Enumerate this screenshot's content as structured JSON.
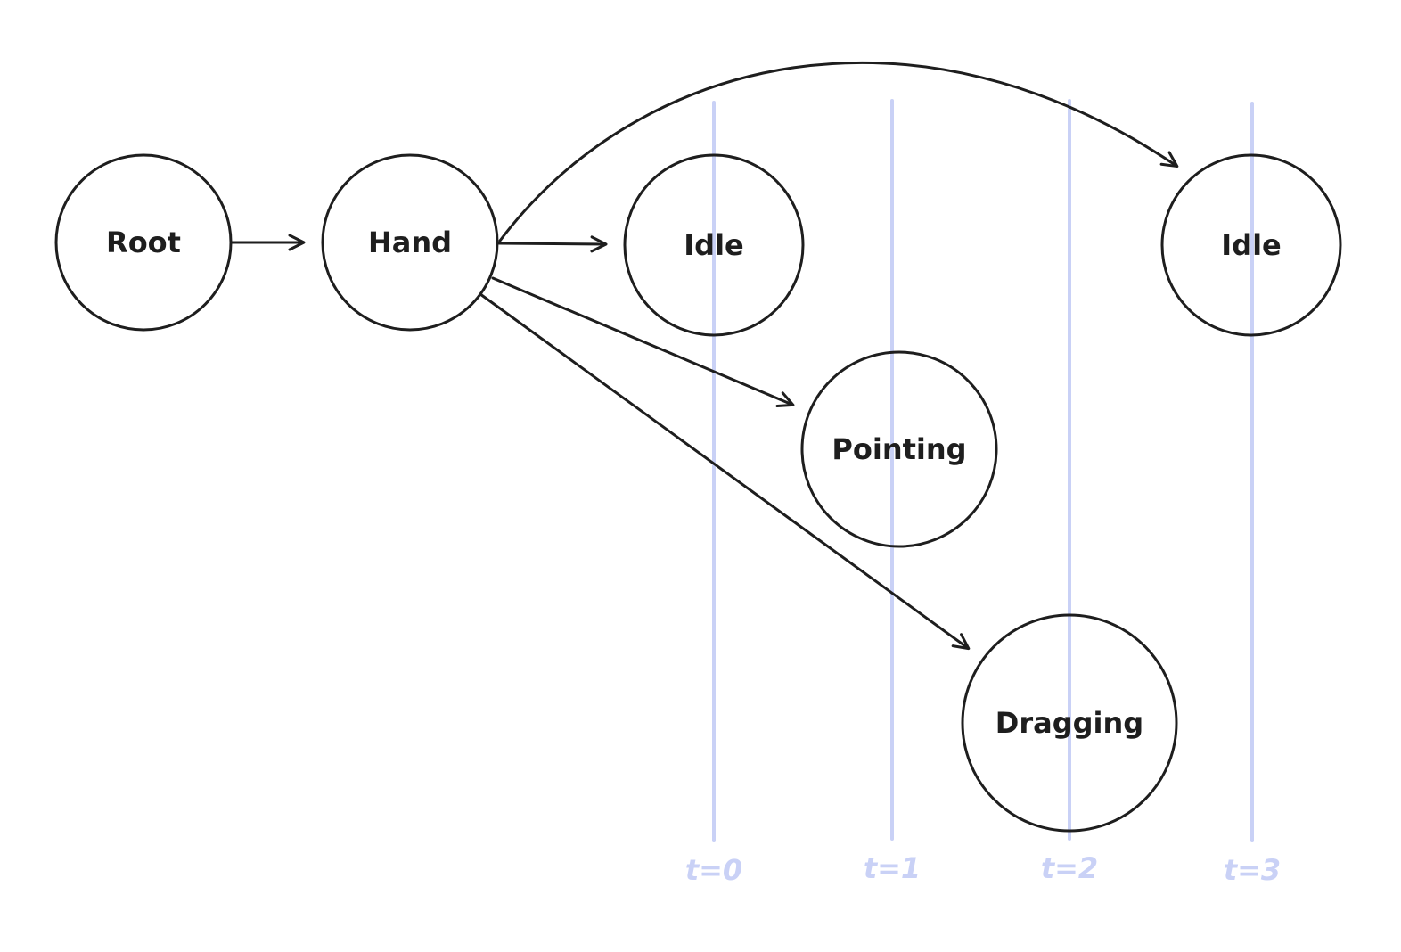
{
  "diagram": {
    "nodes": [
      {
        "id": "root",
        "label": "Root"
      },
      {
        "id": "hand",
        "label": "Hand"
      },
      {
        "id": "idle-1",
        "label": "Idle"
      },
      {
        "id": "pointing",
        "label": "Pointing"
      },
      {
        "id": "dragging",
        "label": "Dragging"
      },
      {
        "id": "idle-2",
        "label": "Idle"
      }
    ],
    "edges": [
      {
        "from": "root",
        "to": "hand"
      },
      {
        "from": "hand",
        "to": "idle-1"
      },
      {
        "from": "hand",
        "to": "pointing"
      },
      {
        "from": "hand",
        "to": "dragging"
      },
      {
        "from": "hand",
        "to": "idle-2"
      }
    ],
    "timeline": {
      "ticks": [
        "t=0",
        "t=1",
        "t=2",
        "t=3"
      ],
      "color": "#c9d1f6"
    },
    "colors": {
      "stroke": "#1e1e1e",
      "background": "#ffffff"
    }
  }
}
